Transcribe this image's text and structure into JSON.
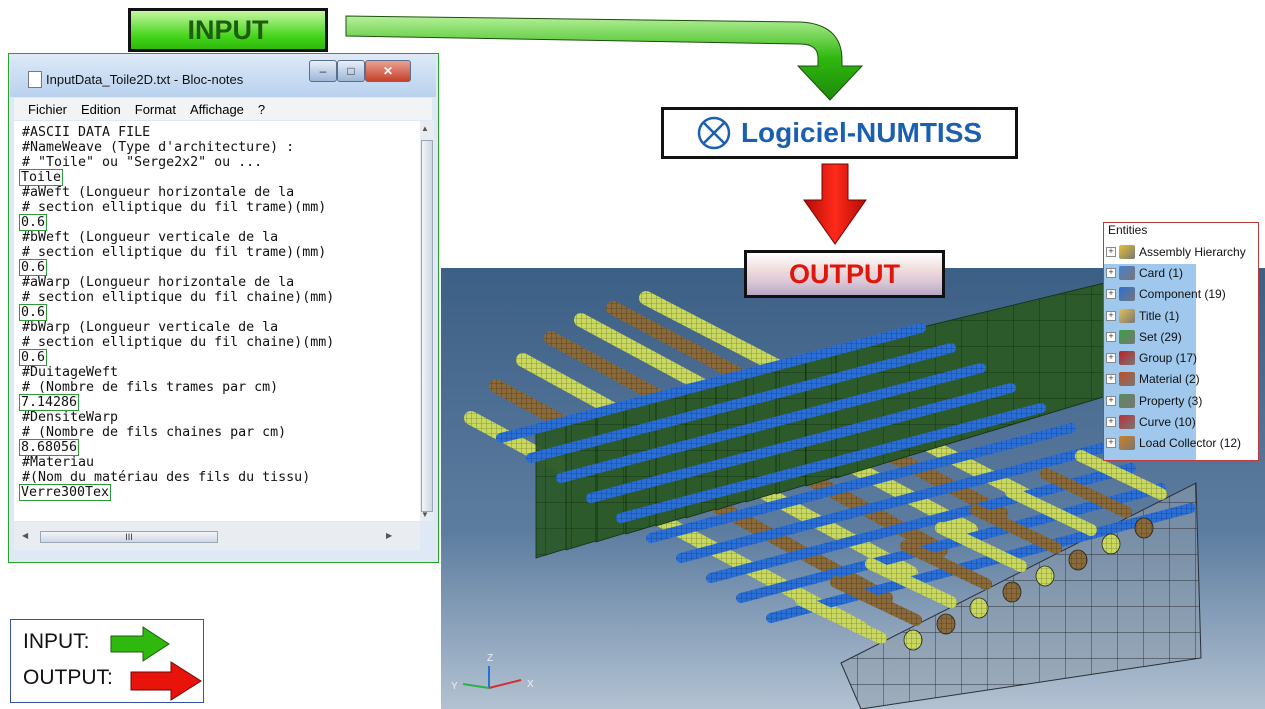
{
  "input_title": "INPUT",
  "notepad": {
    "title": "InputData_Toile2D.txt - Bloc-notes",
    "menu": [
      "Fichier",
      "Edition",
      "Format",
      "Affichage",
      "?"
    ],
    "lines": [
      {
        "text": "#ASCII DATA FILE",
        "boxed": false
      },
      {
        "text": "#NameWeave (Type d'architecture) :",
        "boxed": false
      },
      {
        "text": "# \"Toile\" ou \"Serge2x2\" ou ...",
        "boxed": false
      },
      {
        "text": "Toile",
        "boxed": true
      },
      {
        "text": "#aWeft (Longueur horizontale de la",
        "boxed": false
      },
      {
        "text": "# section elliptique du fil trame)(mm)",
        "boxed": false
      },
      {
        "text": "0.6",
        "boxed": true
      },
      {
        "text": "#bWeft (Longueur verticale de la",
        "boxed": false
      },
      {
        "text": "# section elliptique du fil trame)(mm)",
        "boxed": false
      },
      {
        "text": "0.6",
        "boxed": true
      },
      {
        "text": "#aWarp (Longueur horizontale de la",
        "boxed": false
      },
      {
        "text": "# section elliptique du fil chaine)(mm)",
        "boxed": false
      },
      {
        "text": "0.6",
        "boxed": true
      },
      {
        "text": "#bWarp (Longueur verticale de la",
        "boxed": false
      },
      {
        "text": "# section elliptique du fil chaine)(mm)",
        "boxed": false
      },
      {
        "text": "0.6",
        "boxed": true
      },
      {
        "text": "#DuitageWeft",
        "boxed": false
      },
      {
        "text": "# (Nombre de fils trames par cm)",
        "boxed": false
      },
      {
        "text": "7.14286",
        "boxed": true
      },
      {
        "text": "#DensiteWarp",
        "boxed": false
      },
      {
        "text": "# (Nombre de fils chaines par cm)",
        "boxed": false
      },
      {
        "text": "8.68056",
        "boxed": true
      },
      {
        "text": "#Materiau",
        "boxed": false
      },
      {
        "text": "#(Nom du matériau des fils du tissu)",
        "boxed": false
      },
      {
        "text": "Verre300Tex",
        "boxed": true
      }
    ],
    "hscroll_grip": "III"
  },
  "software_label": "Logiciel-NUMTISS",
  "output_title": "OUTPUT",
  "entities": {
    "title": "Entities",
    "items": [
      {
        "label": "Assembly Hierarchy",
        "icon": "assembly-icon"
      },
      {
        "label": "Card (1)",
        "icon": "card-icon"
      },
      {
        "label": "Component (19)",
        "icon": "component-icon"
      },
      {
        "label": "Title (1)",
        "icon": "title-icon"
      },
      {
        "label": "Set (29)",
        "icon": "set-icon"
      },
      {
        "label": "Group (17)",
        "icon": "group-icon"
      },
      {
        "label": "Material (2)",
        "icon": "material-icon"
      },
      {
        "label": "Property (3)",
        "icon": "property-icon"
      },
      {
        "label": "Curve (10)",
        "icon": "curve-icon"
      },
      {
        "label": "Load Collector (12)",
        "icon": "load-collector-icon"
      }
    ]
  },
  "axes": {
    "x": "X",
    "y": "Y",
    "z": "Z"
  },
  "legend": {
    "input_label": "INPUT:",
    "output_label": "OUTPUT:"
  },
  "colors": {
    "input_arrow": "#2fb80e",
    "output_arrow": "#e8140c",
    "software_text": "#1a5fb0",
    "warp_yarn": "#2a6fd6",
    "weft_brown": "#8a6a3a",
    "weft_yellow": "#c8d860",
    "plane": "#2c5a2a"
  }
}
